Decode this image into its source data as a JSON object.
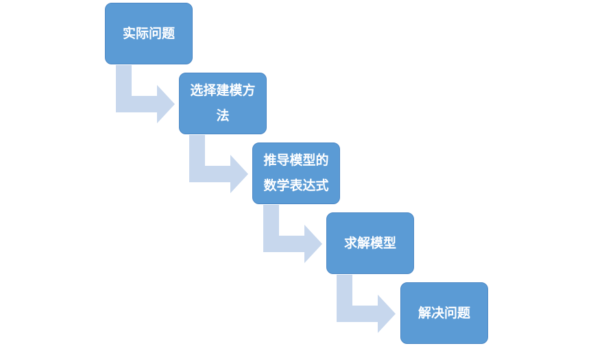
{
  "diagram": {
    "colors": {
      "box_fill": "#5b9bd5",
      "box_border": "#4a86c4",
      "box_text": "#ffffff",
      "arrow_fill": "#c7d7ed"
    },
    "steps": [
      {
        "label": "实际问题"
      },
      {
        "label": "选择建模方法"
      },
      {
        "label": "推导模型的数学表达式"
      },
      {
        "label": "求解模型"
      },
      {
        "label": "解决问题"
      }
    ]
  }
}
